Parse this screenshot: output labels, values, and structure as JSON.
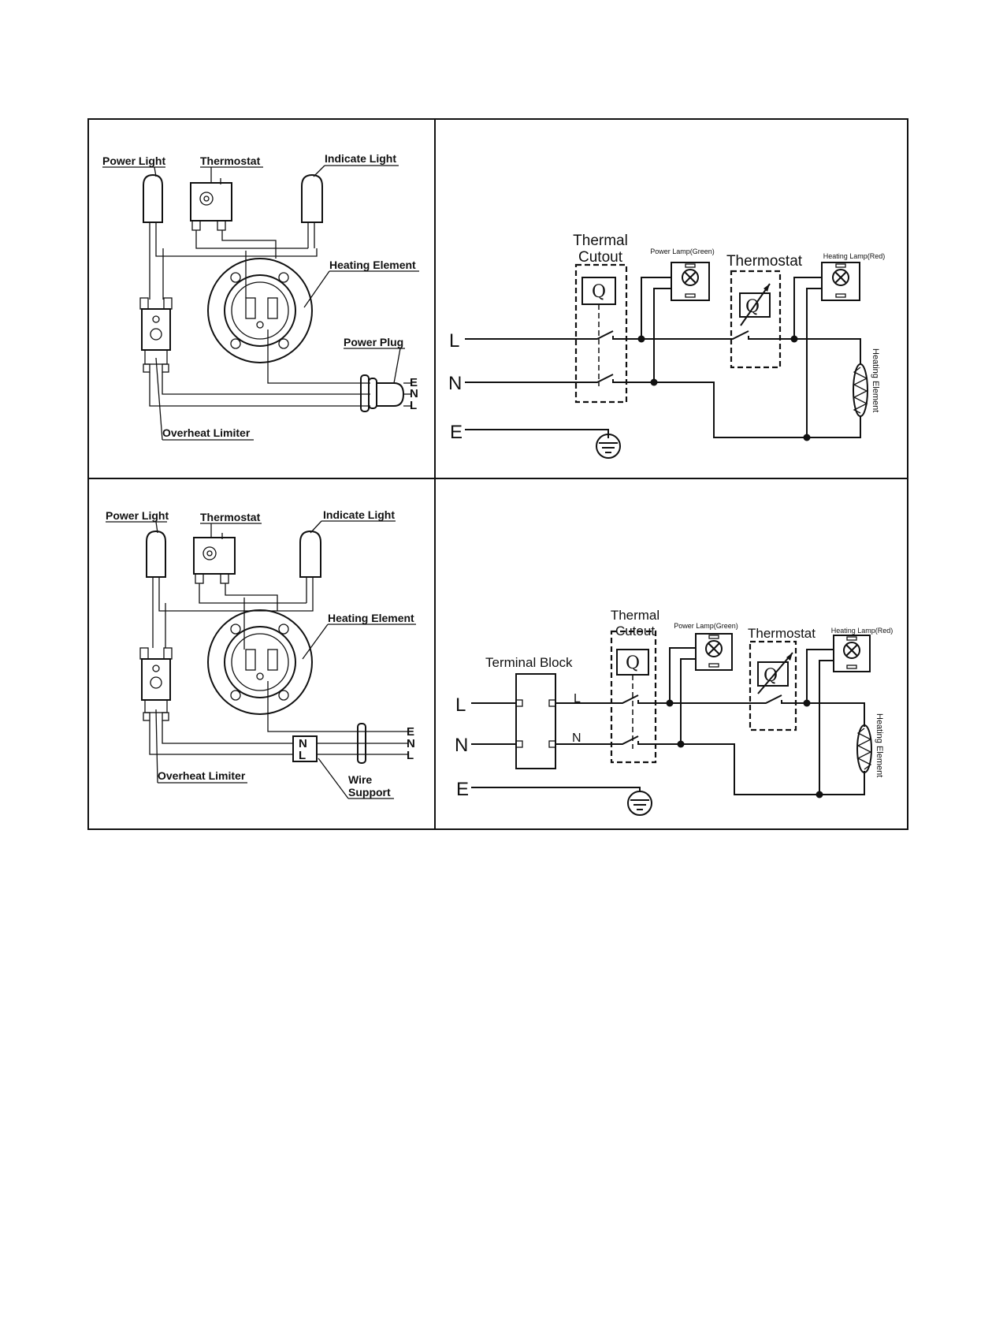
{
  "panels": {
    "top_left": {
      "power_light": "Power Light",
      "thermostat": "Thermostat",
      "indicate_light": "Indicate Light",
      "heating_element": "Heating Element",
      "power_plug": "Power Plug",
      "overheat_limiter": "Overheat Limiter",
      "terminal_e": "E",
      "terminal_n": "N",
      "terminal_l": "L"
    },
    "top_right": {
      "thermal_cutout_line1": "Thermal",
      "thermal_cutout_line2": "Cutout",
      "q_symbol_1": "Q",
      "q_symbol_2": "Q",
      "power_lamp": "Power Lamp(Green)",
      "thermostat": "Thermostat",
      "heating_lamp": "Heating Lamp(Red)",
      "heating_element": "Heating Element",
      "line_l": "L",
      "line_n": "N",
      "line_e": "E"
    },
    "bottom_left": {
      "power_light": "Power Light",
      "thermostat": "Thermostat",
      "indicate_light": "Indicate Light",
      "heating_element": "Heating Element",
      "overheat_limiter": "Overheat Limiter",
      "wire_support_line1": "Wire",
      "wire_support_line2": "Support",
      "block_n": "N",
      "block_l": "L",
      "terminal_e": "E",
      "terminal_n": "N",
      "terminal_l": "L"
    },
    "bottom_right": {
      "terminal_block": "Terminal  Block",
      "thermal_cutout_line1": "Thermal",
      "thermal_cutout_line2": "Cutout",
      "q_symbol_1": "Q",
      "q_symbol_2": "Q",
      "power_lamp": "Power Lamp(Green)",
      "thermostat": "Thermostat",
      "heating_lamp": "Heating Lamp(Red)",
      "heating_element": "Heating Element",
      "line_l": "L",
      "line_n": "N",
      "line_e": "E",
      "inner_l": "L",
      "inner_n": "N"
    }
  }
}
